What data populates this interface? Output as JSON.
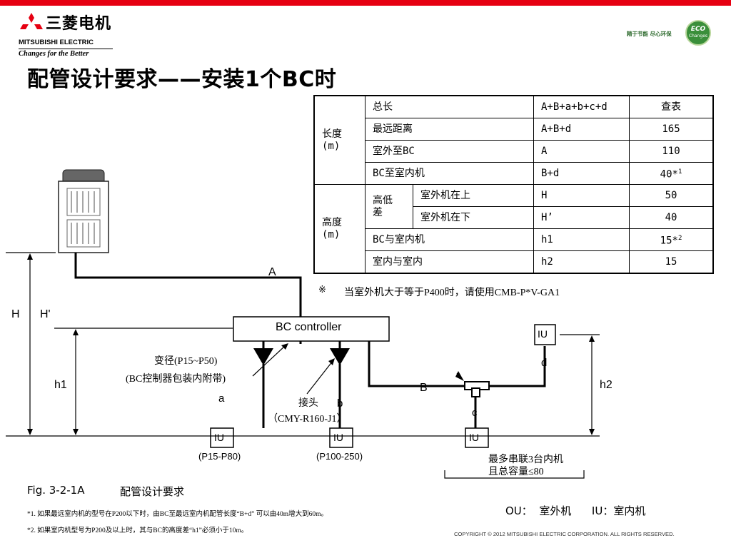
{
  "header": {
    "brand_cn": "三菱电机",
    "brand_en": "MITSUBISHI ELECTRIC",
    "tagline": "Changes for the Better",
    "slogan": "精于节能 尽心环保",
    "eco_badge": {
      "line1": "ECO",
      "line2": "Changes"
    },
    "accent_color": "#e60012"
  },
  "title": "配管设计要求——安装1个BC时",
  "table": {
    "length_group": "长度\n(m)",
    "height_group": "高度\n(m)",
    "height_sub": "高低\n差",
    "rows": [
      {
        "item": "总长",
        "formula": "A+B+a+b+c+d",
        "value": "查表"
      },
      {
        "item": "最远距离",
        "formula": "A+B+d",
        "value": "165"
      },
      {
        "item": "室外至BC",
        "formula": "A",
        "value": "110"
      },
      {
        "item": "BC至室内机",
        "formula": "B+d",
        "value": "40*",
        "mark": "1"
      },
      {
        "item": "室外机在上",
        "formula": "H",
        "value": "50"
      },
      {
        "item": "室外机在下",
        "formula": "H’",
        "value": "40"
      },
      {
        "item": "BC与室内机",
        "formula": "h1",
        "value": "15*",
        "mark": "2"
      },
      {
        "item": "室内与室内",
        "formula": "h2",
        "value": "15"
      }
    ]
  },
  "note": {
    "mark": "※",
    "text": "当室外机大于等于P400时，请使用CMB-P*V-GA1"
  },
  "diagram": {
    "bc_controller": "BC controller",
    "pipe_A": "A",
    "pipe_B": "B",
    "pipe_a": "a",
    "pipe_b": "b",
    "pipe_c": "c",
    "pipe_d": "d",
    "dim_H": "H",
    "dim_Hp": "H'",
    "dim_h1": "h1",
    "dim_h2": "h2",
    "iu": "IU",
    "iu_small_range": "(P15-P80)",
    "iu_large_range": "(P100-250)",
    "reducer_label_1": "变径(P15~P50)",
    "reducer_label_2": "(BC控制器包装内附带)",
    "joint_label": "接头",
    "joint_model": "（CMY-R160-J1）",
    "series_note_1": "最多串联3台内机",
    "series_note_2": "且总容量≤80"
  },
  "figure": {
    "caption": "Fig. 3-2-1A",
    "title": "配管设计要求"
  },
  "legend": "OU：  室外机      IU：室内机",
  "footnotes": [
    "*1.  如果最远室内机的型号在P200以下时，由BC至最远室内机配管长度“B+d”  可以由40m增大到60m。",
    "*2.  如果室内机型号为P200及以上时，其与BC的高度差“h1”必须小于10m。"
  ],
  "copyright": "COPYRIGHT © 2012 MITSUBISHI ELECTRIC CORPORATION. ALL RIGHTS RESERVED."
}
